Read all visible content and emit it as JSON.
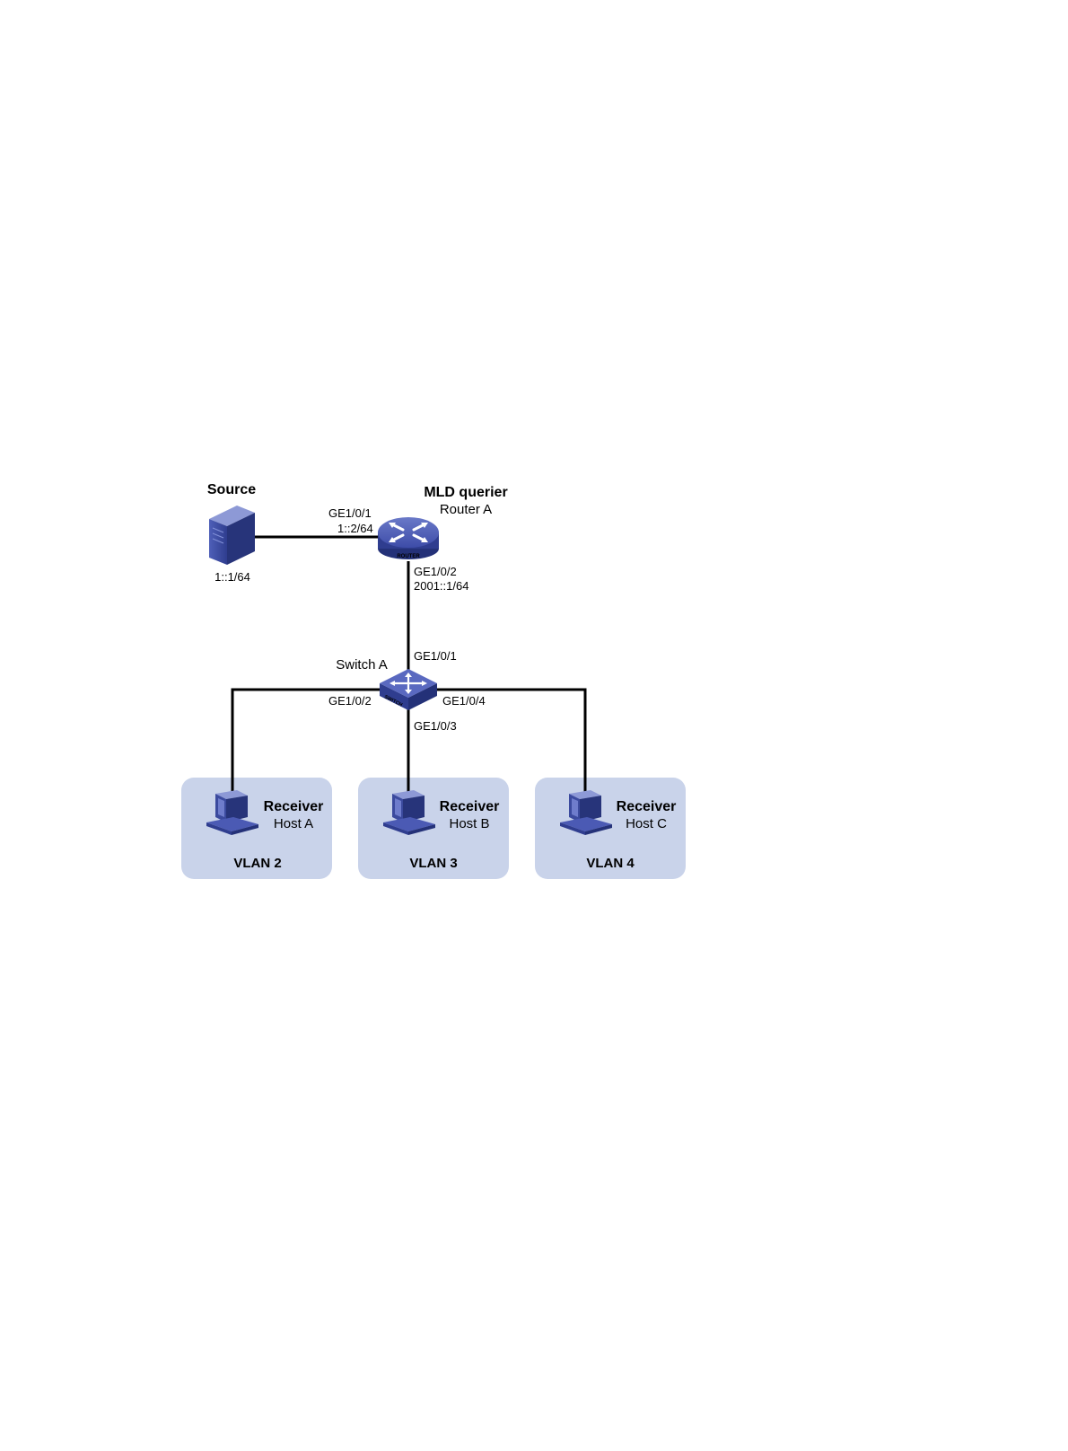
{
  "source": {
    "title": "Source",
    "ip": "1::1/64"
  },
  "router": {
    "role": "MLD querier",
    "name": "Router A",
    "port_to_source": "GE1/0/1",
    "ip_to_source": "1::2/64",
    "port_to_switch": "GE1/0/2",
    "ip_to_switch": "2001::1/64",
    "icon_text": "ROUTER"
  },
  "switch": {
    "name": "Switch A",
    "port_up": "GE1/0/1",
    "port_left": "GE1/0/2",
    "port_down": "GE1/0/3",
    "port_right": "GE1/0/4",
    "icon_text": "SWITCH"
  },
  "vlans": [
    {
      "vlan": "VLAN 2",
      "role": "Receiver",
      "host": "Host A"
    },
    {
      "vlan": "VLAN 3",
      "role": "Receiver",
      "host": "Host B"
    },
    {
      "vlan": "VLAN 4",
      "role": "Receiver",
      "host": "Host C"
    }
  ],
  "colors": {
    "vlan_box": "#c9d3ea",
    "device": "#3b4a9e",
    "link": "#000000"
  }
}
